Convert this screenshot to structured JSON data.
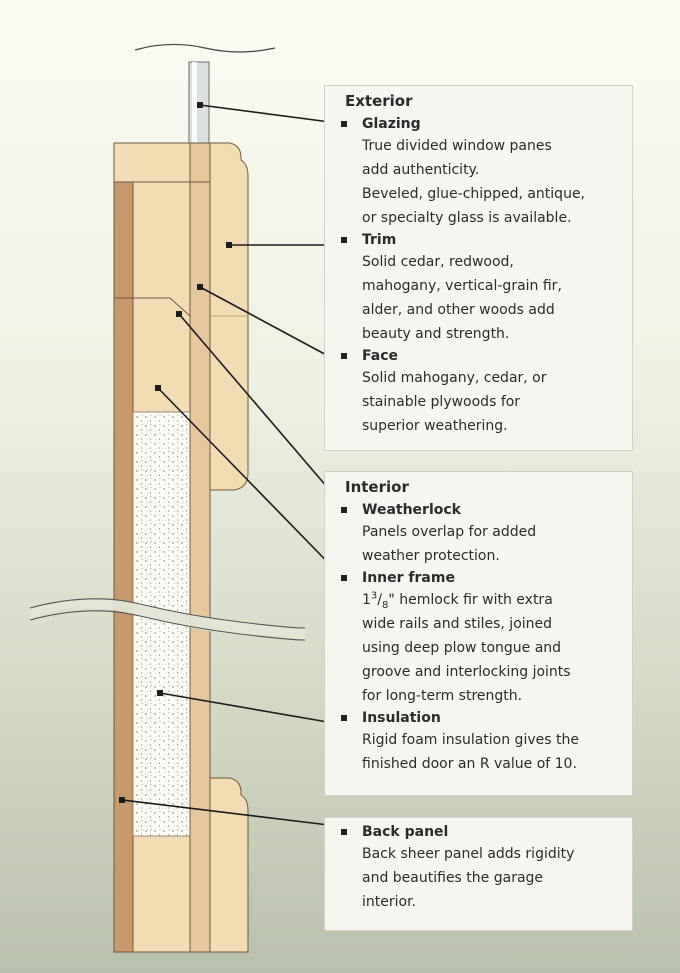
{
  "colors": {
    "wood_light": "#f3dcb4",
    "wood_mid": "#e6c79b",
    "wood_dark": "#c8996c",
    "glass": "#d9dcdc",
    "foam": "#fbfbf6",
    "outline": "#6e5940",
    "leader": "#1c1c1c"
  },
  "exterior": {
    "heading": "Exterior",
    "glazing": {
      "title": "Glazing",
      "line1": "True divided window panes",
      "line2": "add authenticity.",
      "line3": "Beveled, glue-chipped, antique,",
      "line4": "or specialty glass is available."
    },
    "trim": {
      "title": "Trim",
      "line1": "Solid cedar, redwood,",
      "line2": "mahogany, vertical-grain fir,",
      "line3": "alder, and other woods add",
      "line4": "beauty and strength."
    },
    "face": {
      "title": "Face",
      "line1": "Solid mahogany, cedar, or",
      "line2": "stainable plywoods for",
      "line3": "superior weathering."
    }
  },
  "interior": {
    "heading": "Interior",
    "weatherlock": {
      "title": "Weatherlock",
      "line1": "Panels overlap for added",
      "line2": "weather protection."
    },
    "inner_frame": {
      "title": "Inner frame",
      "frac_whole": "1",
      "frac_num": "3",
      "frac_den": "8",
      "line1_rest": "\" hemlock fir with extra",
      "line2": "wide rails and stiles, joined",
      "line3": "using deep plow tongue and",
      "line4": "groove and interlocking joints",
      "line5": "for long-term strength."
    },
    "insulation": {
      "title": "Insulation",
      "line1": "Rigid foam insulation gives the",
      "line2": "finished door an R value of 10."
    }
  },
  "back_panel": {
    "title": "Back panel",
    "line1": "Back sheer panel adds rigidity",
    "line2": "and beautifies the garage",
    "line3": "interior."
  }
}
